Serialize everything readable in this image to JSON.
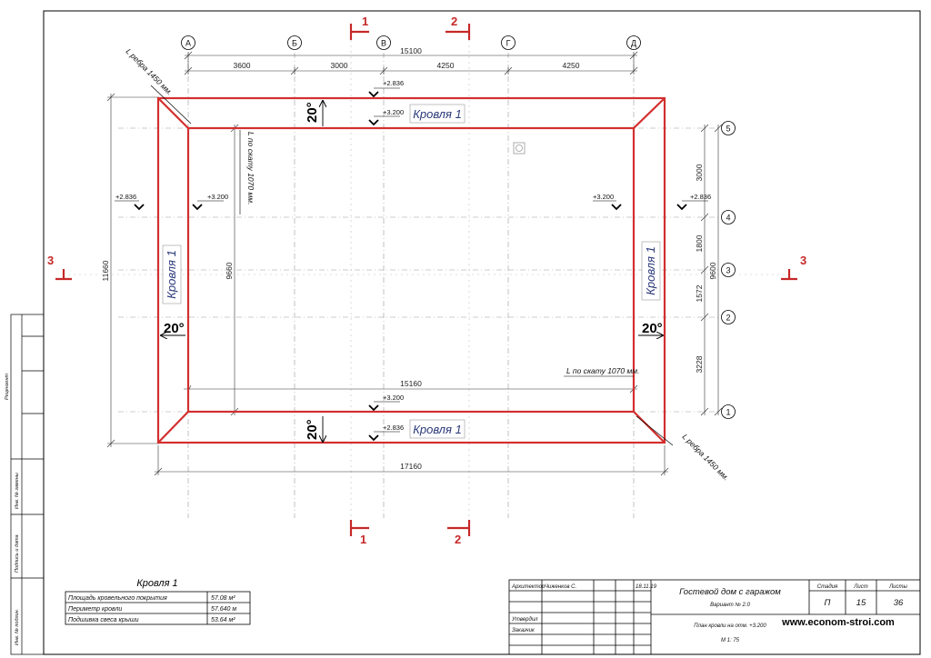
{
  "axes": {
    "letters": [
      "А",
      "Б",
      "В",
      "Г",
      "Д"
    ],
    "numbers": [
      "5",
      "4",
      "3",
      "2",
      "1"
    ]
  },
  "sections": {
    "s1": "1",
    "s2": "2",
    "s3": "3"
  },
  "dimensions": {
    "top_overall": "15100",
    "top_segments": [
      "3600",
      "3000",
      "4250",
      "4250"
    ],
    "inner_width": "15160",
    "bottom_overall": "17160",
    "left_overall": "11660",
    "inner_height": "9660",
    "right_segments": [
      "3000",
      "1800",
      "1572",
      "3228"
    ],
    "right_total": "9600"
  },
  "labels": {
    "roof": "Кровля 1",
    "angle": "20°",
    "rib_length": "L ребра 1450 мм.",
    "slope_length": "L по скату 1070 мм."
  },
  "elevations": {
    "inner": "+3.200",
    "outer": "+2.836"
  },
  "legend": {
    "title": "Кровля 1",
    "rows": [
      {
        "label": "Площадь кровельного покрытия",
        "value": "57.08 м²"
      },
      {
        "label": "Периметр кровли",
        "value": "57.640 м"
      },
      {
        "label": "Подшивка свеса крыши",
        "value": "53.64 м²"
      }
    ]
  },
  "titleblock": {
    "architect_role": "Архитектор",
    "architect_name": "Чиженков С.",
    "date": "18.11.19",
    "approved": "Утвердил",
    "customer": "Заказчик",
    "project_title": "Гостевой дом с гаражом",
    "variant": "Вариант № 2.0",
    "sheet_title": "План кровли на отм. +3.200",
    "scale": "М 1: 75",
    "stage_label": "Стадия",
    "stage_value": "П",
    "sheet_label": "Лист",
    "sheet_value": "15",
    "sheets_label": "Листы",
    "sheets_value": "36",
    "website": "www.econom-stroi.com"
  },
  "sidebar": {
    "review": "Рецензент",
    "inv_replace": "Инв. № замены",
    "sign_date": "Подпись и дата",
    "inv_orig": "Инв. № подлин."
  },
  "colors": {
    "roof_outline": "#d32f2f",
    "section_mark": "#c62828",
    "roof_label": "#2b3a7a"
  }
}
